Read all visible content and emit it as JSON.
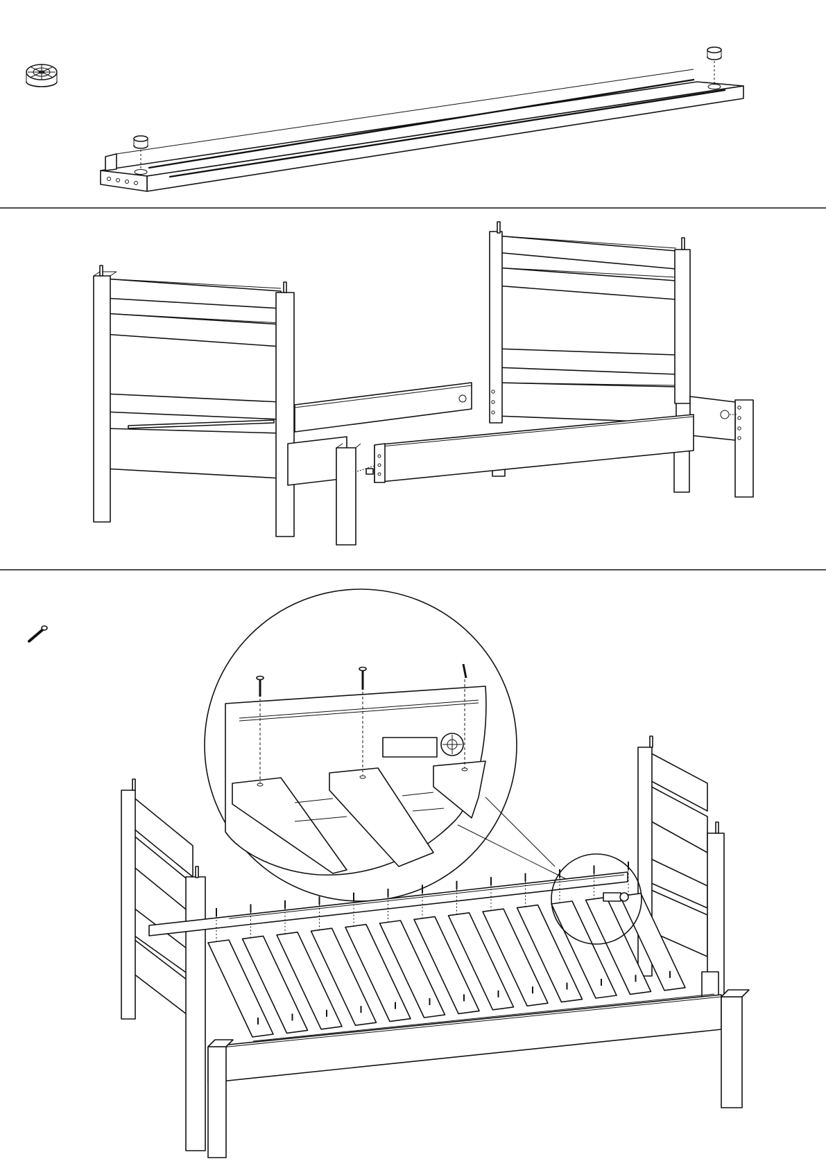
{
  "page": {
    "background": "#ffffff",
    "line_color": "#111111"
  },
  "steps": [
    {
      "id": "step-1",
      "part_icon": "cam-lock-icon",
      "content": "side-rail-with-cam-locks"
    },
    {
      "id": "step-2",
      "content": "headboard-footboard-and-rails-assembly"
    },
    {
      "id": "step-3",
      "part_icon": "screw-icon",
      "content": "slat-installation-with-detail-magnifier"
    }
  ],
  "icons": [
    "cam-lock-icon",
    "screw-icon",
    "detail-magnifier-circle"
  ]
}
